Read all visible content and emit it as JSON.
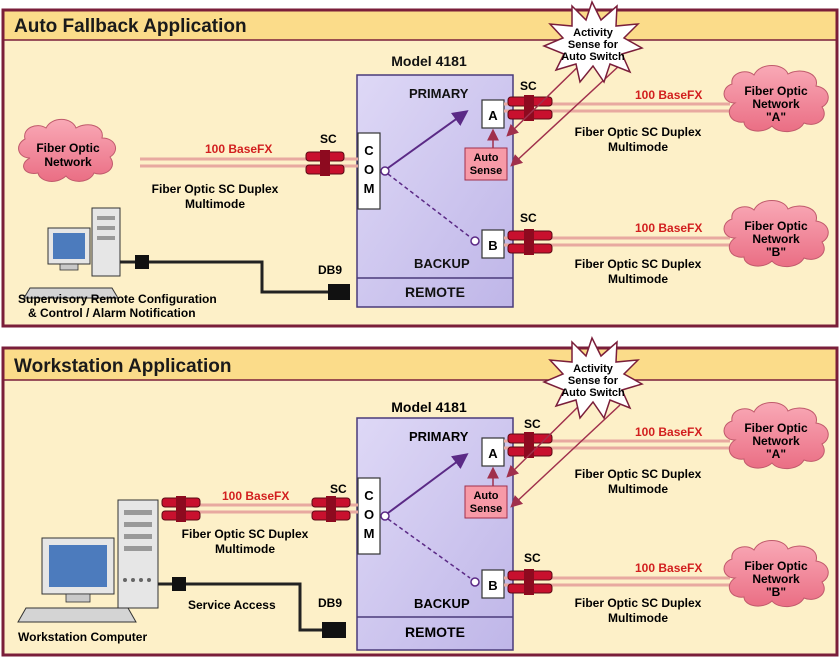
{
  "panels": [
    {
      "title": "Auto Fallback Application",
      "model": "Model 4181",
      "starburst": [
        "Activity",
        "Sense for",
        "Auto Switch"
      ],
      "primary": "PRIMARY",
      "backup": "BACKUP",
      "remote": "REMOTE",
      "com": [
        "C",
        "O",
        "M"
      ],
      "port_a": "A",
      "port_b": "B",
      "auto_sense": [
        "Auto",
        "Sense"
      ],
      "sc": "SC",
      "speed": "100 BaseFX",
      "cable": [
        "Fiber Optic SC Duplex",
        "Multimode"
      ],
      "net_left": [
        "Fiber Optic",
        "Network"
      ],
      "net_a": [
        "Fiber Optic",
        "Network",
        "\"A\""
      ],
      "net_b": [
        "Fiber Optic",
        "Network",
        "\"B\""
      ],
      "db9": "DB9",
      "computer_caption": [
        "Supervisory Remote Configuration",
        "& Control / Alarm Notification"
      ]
    },
    {
      "title": "Workstation Application",
      "model": "Model 4181",
      "starburst": [
        "Activity",
        "Sense for",
        "Auto Switch"
      ],
      "primary": "PRIMARY",
      "backup": "BACKUP",
      "remote": "REMOTE",
      "com": [
        "C",
        "O",
        "M"
      ],
      "port_a": "A",
      "port_b": "B",
      "auto_sense": [
        "Auto",
        "Sense"
      ],
      "sc": "SC",
      "speed": "100 BaseFX",
      "cable": [
        "Fiber Optic SC Duplex",
        "Multimode"
      ],
      "net_a": [
        "Fiber Optic",
        "Network",
        "\"A\""
      ],
      "net_b": [
        "Fiber Optic",
        "Network",
        "\"B\""
      ],
      "db9": "DB9",
      "service_access": "Service Access",
      "computer_caption": [
        "Workstation Computer"
      ]
    }
  ],
  "colors": {
    "title_bar": "#fbdc8a",
    "panel_bg": "#fdf0c8",
    "border": "#7a1e3a",
    "device": "#cfc8ef",
    "device_border": "#4a3a7a",
    "cloud": "#f48c9c",
    "red_text": "#d21f1f",
    "connector": "#c8102e",
    "arrow": "#a0304c",
    "fiber": "#e8a9a0"
  }
}
